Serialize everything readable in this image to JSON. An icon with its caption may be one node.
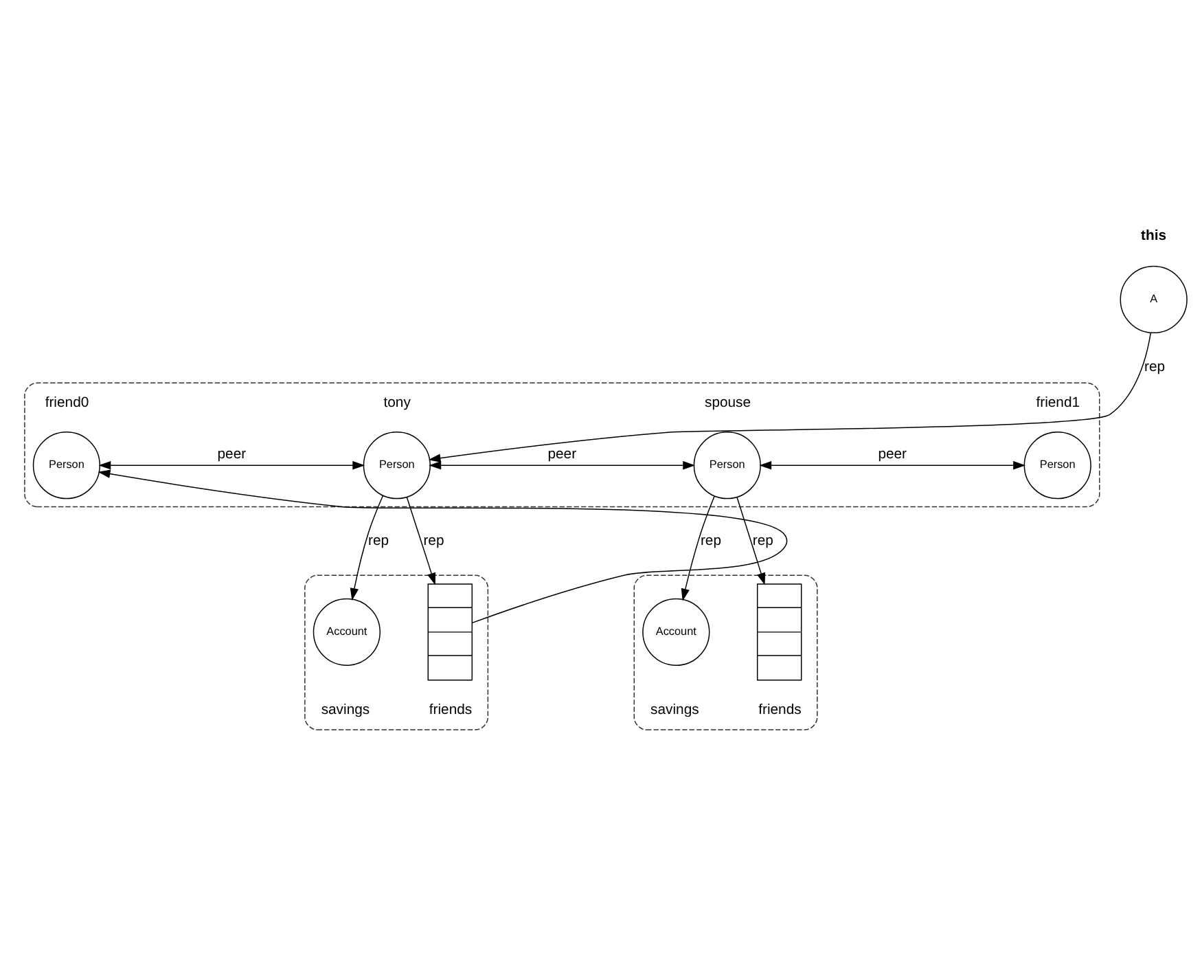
{
  "diagram": {
    "nodes": [
      {
        "text": [
          "A"
        ],
        "beside": [
          "this"
        ]
      },
      {
        "text": [],
        "shape": "box"
      },
      {
        "text": [
          "Person"
        ],
        "in": 1,
        "beside": [
          "friend0"
        ]
      },
      {
        "text": [
          "Person"
        ],
        "in": 1,
        "beside": [
          "tony"
        ]
      },
      {
        "text": [
          "Person"
        ],
        "in": 1,
        "beside": [
          "spouse"
        ]
      },
      {
        "text": [
          "Person"
        ],
        "in": 1,
        "beside": [
          "friend1"
        ]
      },
      {
        "text": [],
        "shape": "box"
      },
      {
        "text": [
          "Account"
        ],
        "in": 6,
        "beside": [
          "savings"
        ]
      },
      {
        "text": [],
        "shape": "bar",
        "in": 6,
        "beside": [
          "friends"
        ]
      },
      {
        "text": [],
        "shape": "box"
      },
      {
        "text": [
          "Account"
        ],
        "in": 9,
        "beside": [
          "savings"
        ]
      },
      {
        "text": [],
        "shape": "bar",
        "in": 9,
        "beside": [
          "friends"
        ]
      }
    ],
    "edges": [
      {
        "from": 0,
        "to": 3,
        "arrow": "to",
        "label": "rep"
      },
      {
        "from": 2,
        "to": 3,
        "arrow": "both",
        "label": "peer"
      },
      {
        "from": 3,
        "to": 4,
        "arrow": "both",
        "label": "peer"
      },
      {
        "from": 4,
        "to": 5,
        "arrow": "both",
        "label": "peer"
      },
      {
        "from": 3,
        "to": 7,
        "arrow": "to",
        "label": "rep"
      },
      {
        "from": 3,
        "to": 8,
        "arrow": "to",
        "label": "rep"
      },
      {
        "from": 4,
        "to": 10,
        "arrow": "to",
        "label": "rep"
      },
      {
        "from": 4,
        "to": 11,
        "arrow": "to",
        "label": "rep"
      },
      {
        "from": 8,
        "to": 2,
        "arrow": "to"
      }
    ]
  }
}
